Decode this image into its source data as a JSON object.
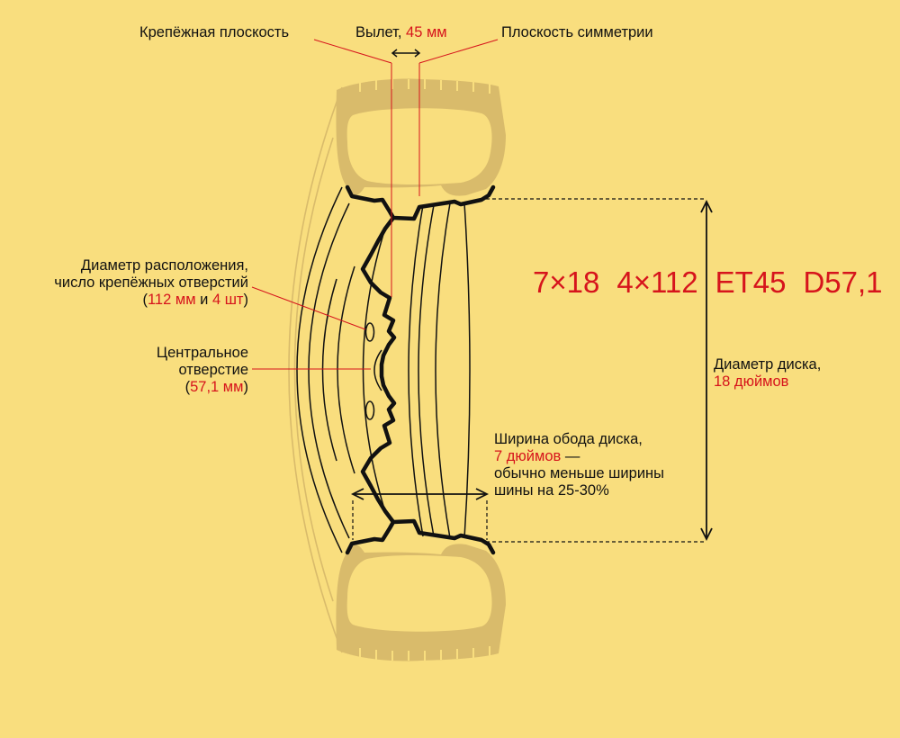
{
  "labels": {
    "mounting_plane": "Крепёжная плоскость",
    "offset_prefix": "Вылет, ",
    "offset_value": "45 мм",
    "symmetry_plane": "Плоскость симметрии",
    "pcd_line1": "Диаметр расположения,",
    "pcd_line2": "число крепёжных отверстий",
    "pcd_open": "(",
    "pcd_value1": "112 мм",
    "pcd_and": " и ",
    "pcd_value2": "4 шт",
    "pcd_close": ")",
    "bore_line1": "Центральное",
    "bore_line2": "отверстие",
    "bore_open": "(",
    "bore_value": "57,1 мм",
    "bore_close": ")",
    "diameter_line1": "Диаметр диска,",
    "diameter_value": "18 дюймов",
    "width_line1": "Ширина обода диска,",
    "width_value": "7 дюймов",
    "width_dash": " —",
    "width_line3": "обычно меньше ширины",
    "width_line4": "шины на 25-30%"
  },
  "spec": {
    "size": "7×18",
    "pcd": "4×112",
    "offset": "ET45",
    "bore": "D57,1"
  },
  "colors": {
    "background": "#f9de7e",
    "tire": "#d9bb6b",
    "accent": "#d6141c",
    "ink": "#111111"
  }
}
